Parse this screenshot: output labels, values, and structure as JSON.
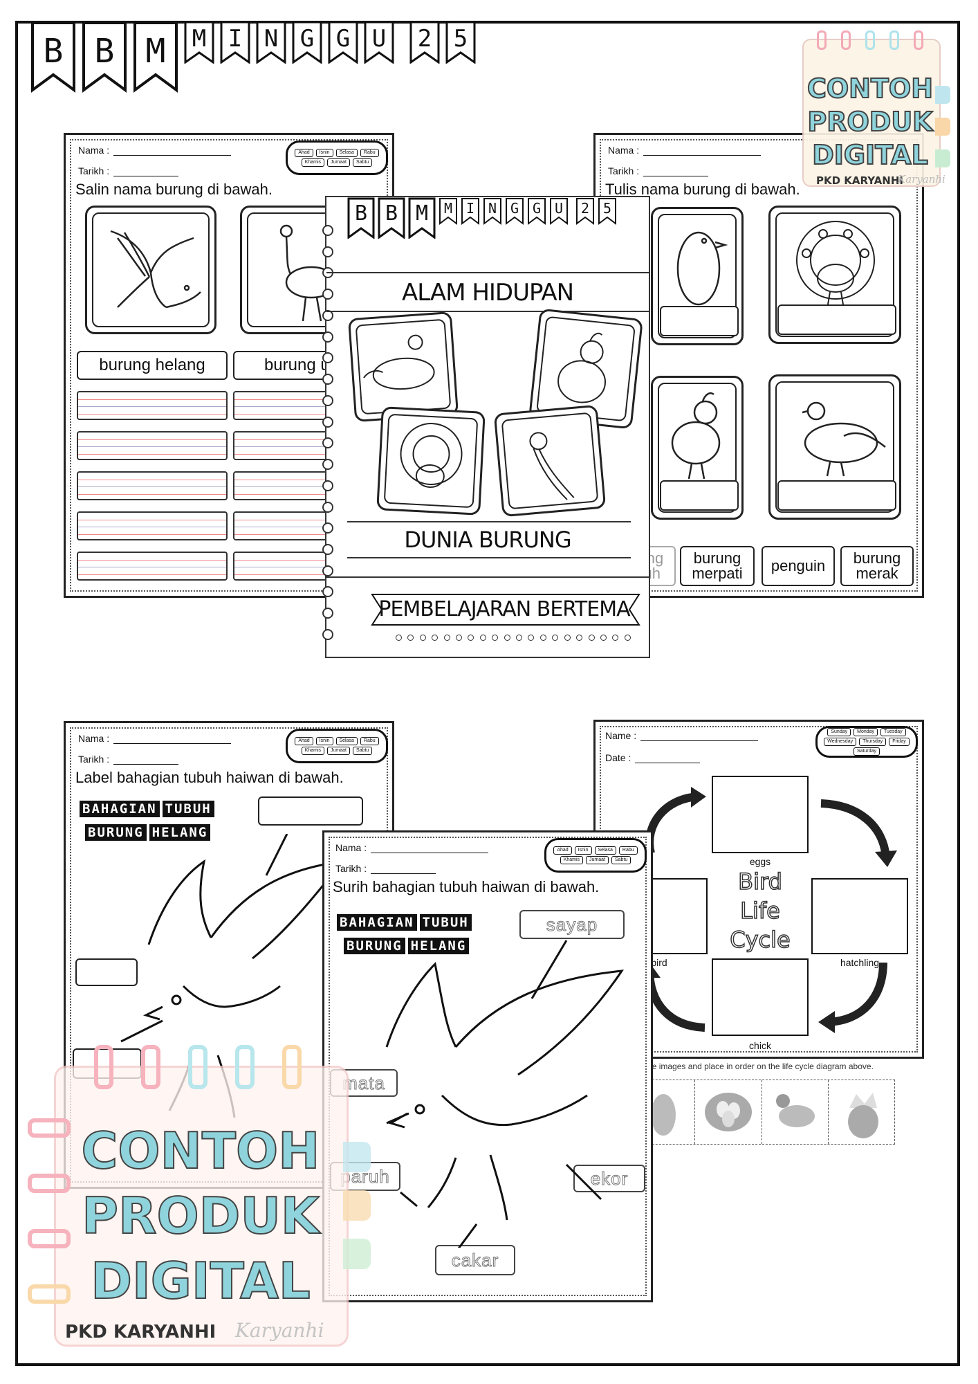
{
  "banner": {
    "big": [
      "B",
      "B",
      "M"
    ],
    "small": [
      "M",
      "I",
      "N",
      "G",
      "G",
      "U"
    ],
    "num": [
      "2",
      "5"
    ]
  },
  "stamp_top": {
    "line1": "CONTOH",
    "line2": "PRODUK",
    "line3": "DIGITAL",
    "brand": "PKD KARYANHI",
    "sign": "Karyanhi"
  },
  "stamp_bottom": {
    "line1": "CONTOH",
    "line2": "PRODUK",
    "line3": "DIGITAL",
    "brand": "PKD KARYANHI",
    "sign": "Karyanhi"
  },
  "days_my": [
    "Ahad",
    "Isnin",
    "Selasa",
    "Rabu",
    "Khamis",
    "Jumaat",
    "Sabtu"
  ],
  "days_en": [
    "Sunday",
    "Monday",
    "Tuesday",
    "Wednesday",
    "Thursday",
    "Friday",
    "Saturday"
  ],
  "sheet1": {
    "nama": "Nama :",
    "tarikh": "Tarikh :",
    "instruction": "Salin nama burung di bawah.",
    "labels": [
      "burung helang",
      "burung unta"
    ]
  },
  "sheet2": {
    "nama": "Nama :",
    "tarikh": "Tarikh :",
    "instruction": "Tulis nama burung di bawah.",
    "words": [
      "burung puyuh",
      "burung merpati",
      "penguin",
      "burung merak"
    ]
  },
  "cover": {
    "banner_big": [
      "B",
      "B",
      "M"
    ],
    "banner_small": [
      "M",
      "I",
      "N",
      "G",
      "G",
      "U"
    ],
    "banner_num": [
      "2",
      "5"
    ],
    "theme": "ALAM HIDUPAN",
    "topic": "DUNIA BURUNG",
    "footer": "PEMBELAJARAN BERTEMA"
  },
  "sheet3": {
    "nama": "Nama :",
    "tarikh": "Tarikh :",
    "instruction": "Label bahagian tubuh haiwan di bawah.",
    "tag1": [
      "BAHAGIAN",
      "TUBUH"
    ],
    "tag2": [
      "BURUNG",
      "HELANG"
    ]
  },
  "sheet4": {
    "nama": "Nama :",
    "tarikh": "Tarikh :",
    "instruction": "Surih bahagian tubuh haiwan di bawah.",
    "tag1": [
      "BAHAGIAN",
      "TUBUH"
    ],
    "tag2": [
      "BURUNG",
      "HELANG"
    ],
    "parts": {
      "sayap": "sayap",
      "mata": "mata",
      "paruh": "paruh",
      "ekor": "ekor",
      "cakar": "cakar"
    }
  },
  "sheet5": {
    "nama": "Name :",
    "date": "Date :",
    "center": [
      "Bird",
      "Life",
      "Cycle"
    ],
    "stages": {
      "eggs": "eggs",
      "hatchling": "hatchling",
      "chick": "chick",
      "bird": "bird"
    },
    "instruction": "Cut around the images and place in order on the life cycle diagram above."
  }
}
